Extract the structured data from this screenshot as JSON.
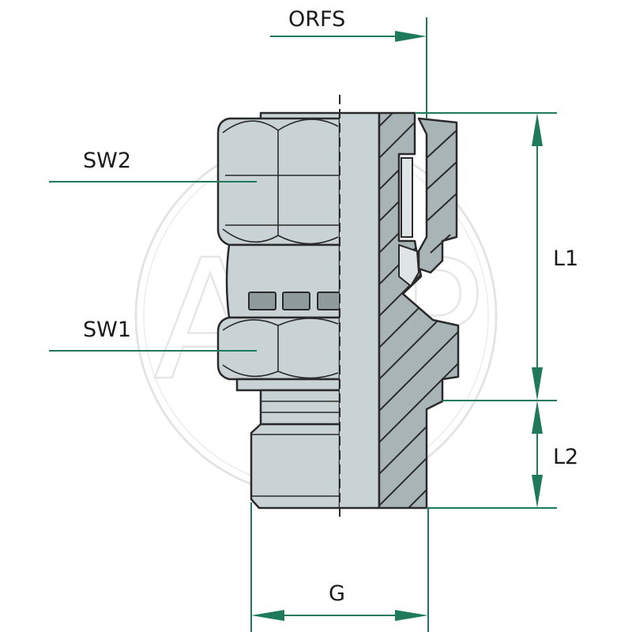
{
  "labels": {
    "orfs": "ORFS",
    "sw2": "SW2",
    "sw1": "SW1",
    "l1": "L1",
    "l2": "L2",
    "g": "G"
  },
  "watermark": "AGP",
  "colors": {
    "dimension": "#1f7a5c",
    "outline": "#2a2a2a",
    "body": "#c9d2d4",
    "section": "#a9b4b7",
    "watermark": "#e6e6e6"
  }
}
